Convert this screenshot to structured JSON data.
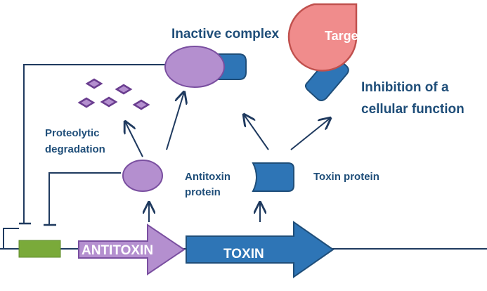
{
  "labels": {
    "inactive_complex": "Inactive complex",
    "target": "Target",
    "inhibition_line1": "Inhibition of a",
    "inhibition_line2": "cellular function",
    "proteolytic_line1": "Proteolytic",
    "proteolytic_line2": "degradation",
    "antitoxin_protein_line1": "Antitoxin",
    "antitoxin_protein_line2": "protein",
    "toxin_protein": "Toxin protein",
    "antitoxin_gene": "ANTITOXIN",
    "toxin_gene": "TOXIN"
  },
  "colors": {
    "text": "#1f4e79",
    "arrow": "#1f3a5f",
    "antitoxin_fill": "#b48fcf",
    "antitoxin_stroke": "#7a4fa0",
    "toxin_fill": "#2e75b6",
    "toxin_stroke": "#1f4e79",
    "target_fill": "#f08c8c",
    "target_stroke": "#c0504d",
    "promoter_fill": "#7aaa3a",
    "fragment_fill": "#b48fcf",
    "fragment_stroke": "#6a3d8f"
  }
}
